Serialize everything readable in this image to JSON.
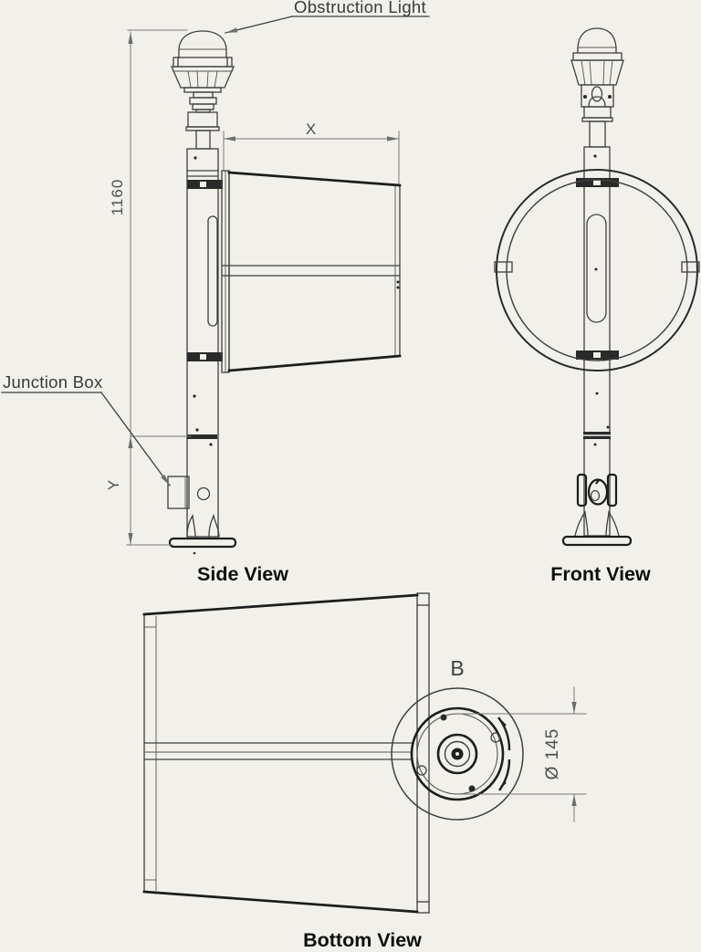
{
  "diagram": {
    "annotations": {
      "obstruction_light": "Obstruction Light",
      "junction_box": "Junction Box"
    },
    "dimensions": {
      "overall_height": "1160",
      "cone_length": "X",
      "junction_box_height": "Y",
      "flange_diameter": "Ø 145",
      "detail_marker": "B"
    },
    "view_titles": {
      "side": "Side View",
      "front": "Front View",
      "bottom": "Bottom View"
    },
    "colors": {
      "background": "#f1f0ea",
      "line": "#3f3f3f",
      "bold_line": "#1c1c1c",
      "dimension_line": "#7a7a7a",
      "dimension_text": "#4f4f4f",
      "title_text": "#0e0e0e"
    }
  }
}
